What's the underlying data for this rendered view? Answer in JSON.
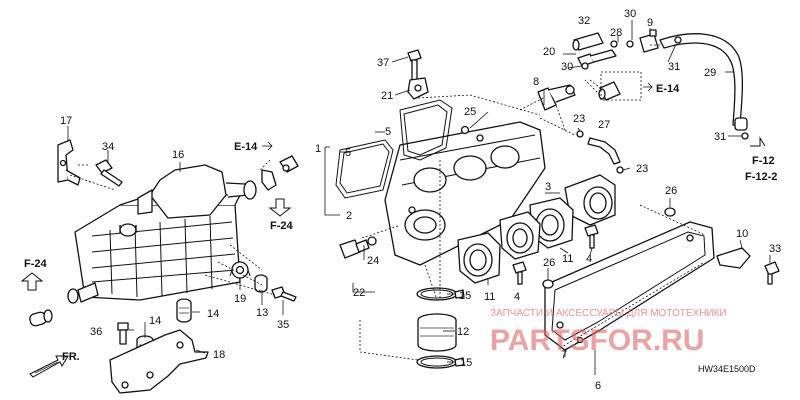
{
  "callouts": [
    "1",
    "2",
    "3",
    "4",
    "4",
    "5",
    "5",
    "6",
    "7",
    "8",
    "9",
    "10",
    "11",
    "11",
    "12",
    "13",
    "14",
    "14",
    "15",
    "15",
    "16",
    "17",
    "18",
    "19",
    "20",
    "21",
    "22",
    "23",
    "23",
    "24",
    "25",
    "26",
    "26",
    "27",
    "28",
    "29",
    "30",
    "30",
    "31",
    "31",
    "32",
    "33",
    "34",
    "35",
    "36",
    "37"
  ],
  "refs": {
    "e14_left": "E-14",
    "f24_mid": "F-24",
    "f24_left": "F-24",
    "e14_right": "E-14",
    "f12": "F-12",
    "f122": "F-12-2",
    "fr": "FR."
  },
  "watermark": {
    "caption": "ЗАПЧАСТИ И АКСЕССУАРЫ ДЛЯ МОТОТЕХНИКИ",
    "brand": "PARTSFOR.RU"
  },
  "diagram_code": "HW34E1500D"
}
